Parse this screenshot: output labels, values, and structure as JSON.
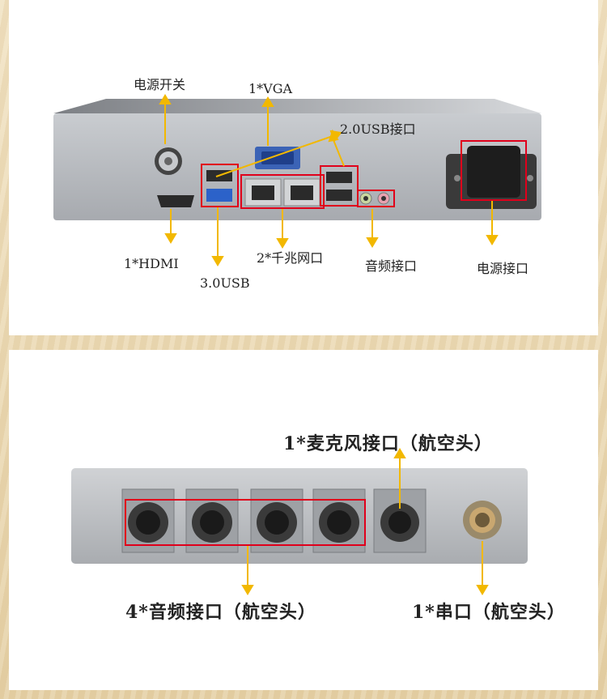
{
  "top_panel": {
    "labels": {
      "power_switch": "电源开关",
      "vga": "1*VGA",
      "usb2": "2.0USB接口",
      "hdmi": "1*HDMI",
      "usb3": "3.0USB",
      "gigabit_lan": "2*千兆网口",
      "audio": "音频接口",
      "power_port": "电源接口"
    }
  },
  "bottom_panel": {
    "labels": {
      "microphone": "1*麦克风接口（航空头）",
      "audio": "4*音频接口（航空头）",
      "serial": "1*串口（航空头）"
    }
  },
  "colors": {
    "highlight": "#e0001b",
    "arrow": "#f2b800",
    "device_body": "#b9bcc0"
  }
}
